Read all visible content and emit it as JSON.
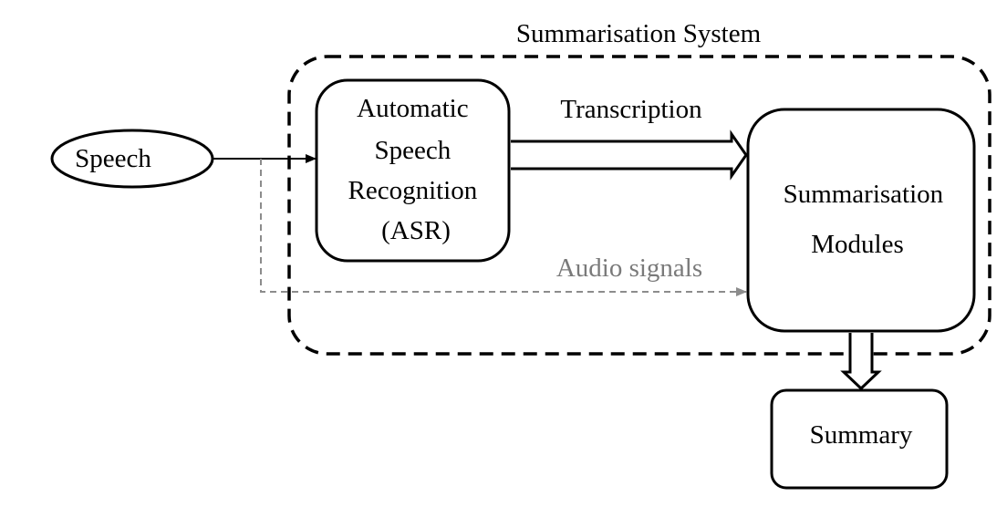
{
  "diagram": {
    "system_title": "Summarisation System",
    "nodes": {
      "speech": {
        "label": "Speech"
      },
      "asr": {
        "lines": [
          "Automatic",
          "Speech",
          "Recognition",
          "(ASR)"
        ]
      },
      "modules": {
        "lines": [
          "Summarisation",
          "Modules"
        ]
      },
      "summary": {
        "label": "Summary"
      }
    },
    "edges": {
      "transcription": {
        "label": "Transcription"
      },
      "audio": {
        "label": "Audio signals"
      }
    },
    "colors": {
      "stroke": "#000000",
      "dashed_arrow": "#8c8c8c",
      "dashed_label": "#7a7a7a",
      "background": "#ffffff"
    }
  }
}
